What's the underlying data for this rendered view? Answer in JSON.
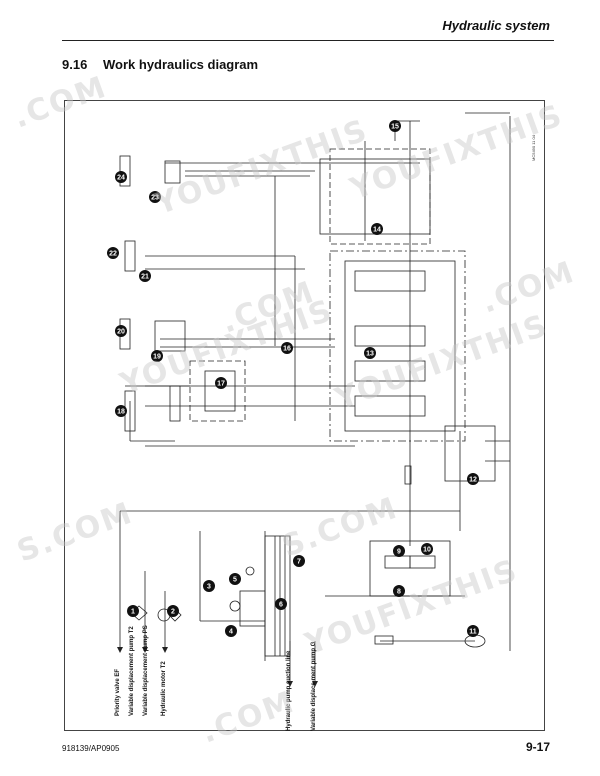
{
  "header": {
    "title": "Hydraulic system"
  },
  "section": {
    "number": "9.16",
    "title": "Work hydraulics diagram"
  },
  "diagram": {
    "drawing_code": "MC5490 11 04",
    "callouts": [
      "1",
      "2",
      "3",
      "4",
      "5",
      "6",
      "7",
      "8",
      "9",
      "10",
      "11",
      "12",
      "13",
      "14",
      "15",
      "16",
      "17",
      "18",
      "19",
      "20",
      "21",
      "22",
      "23",
      "24"
    ],
    "port_labels": [
      "Priority valve EF",
      "Variable displacement pump T2",
      "Variable displacement pump PS",
      "Hydraulic motor T2",
      "Hydraulic pump suction line",
      "Variable displace-ment pump G"
    ]
  },
  "footer": {
    "doc_code": "918139/AP0905",
    "page_number": "9-17"
  },
  "watermark": {
    "texts": [
      ".COM",
      "YOUFIXTHIS",
      "YOUFIXTHIS",
      "YOUFIXTHIS",
      "S.COM",
      ".COM",
      "YOUFIXTHIS",
      "S.COM",
      ".COM",
      "YOUFIXTHIS",
      ".COM"
    ]
  }
}
